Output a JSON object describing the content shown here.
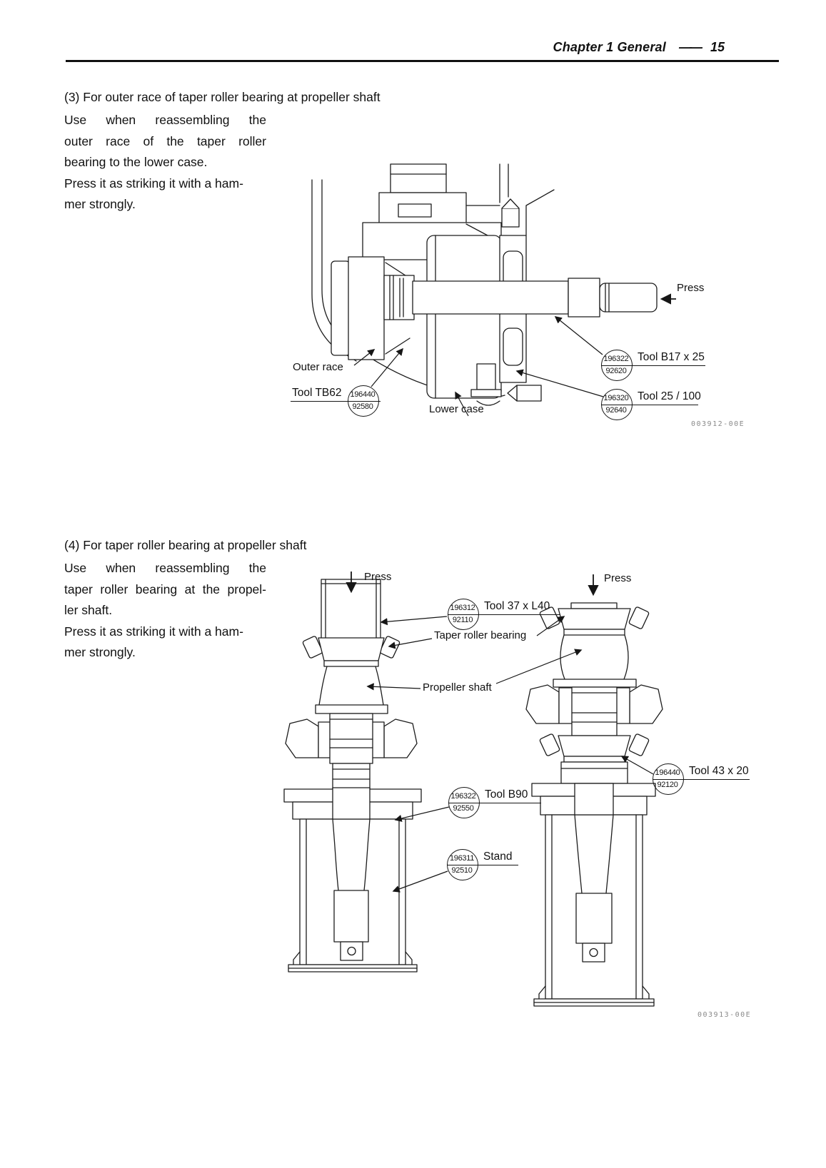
{
  "header": {
    "title": "Chapter 1  General",
    "dash": "——",
    "page_number": "15"
  },
  "sections": {
    "s3": {
      "heading": "(3)  For outer race of taper roller bearing at propeller shaft",
      "lines": [
        "Use when reassembling the",
        "outer race of the taper roller",
        "bearing to the lower case.",
        "Press it as striking it with a ham-",
        "mer strongly."
      ]
    },
    "s4": {
      "heading": "(4)  For taper roller bearing at propeller shaft",
      "lines": [
        "Use when reassembling the",
        "taper roller bearing at the propel-",
        "ler shaft.",
        "Press it as striking it with a ham-",
        "mer strongly."
      ]
    }
  },
  "fig1": {
    "press": "Press",
    "outer_race": "Outer race",
    "tool_tb62": "Tool TB62",
    "tb62_top": "196440",
    "tb62_bottom": "92580",
    "lower_case": "Lower case",
    "tool_b17": "Tool B17 x 25",
    "b17_top": "196322",
    "b17_bottom": "92620",
    "tool_25_100": "Tool 25 / 100",
    "t25_top": "196320",
    "t25_bottom": "92640",
    "code": "003912-00E"
  },
  "fig2": {
    "press_left": "Press",
    "press_right": "Press",
    "tool_37": "Tool 37 x L40",
    "t37_top": "196312",
    "t37_bottom": "92110",
    "taper_roller_bearing": "Taper roller bearing",
    "propeller_shaft": "Propeller shaft",
    "tool_b90": "Tool B90",
    "b90_top": "196322",
    "b90_bottom": "92550",
    "stand": "Stand",
    "stand_top": "196311",
    "stand_bottom": "92510",
    "tool_43": "Tool 43 x 20",
    "t43_top": "196440",
    "t43_bottom": "92120",
    "code": "003913-00E"
  },
  "colors": {
    "ink": "#161616",
    "line_art": "#1c1c1c",
    "figure_code_gray": "#8a8a8a"
  }
}
